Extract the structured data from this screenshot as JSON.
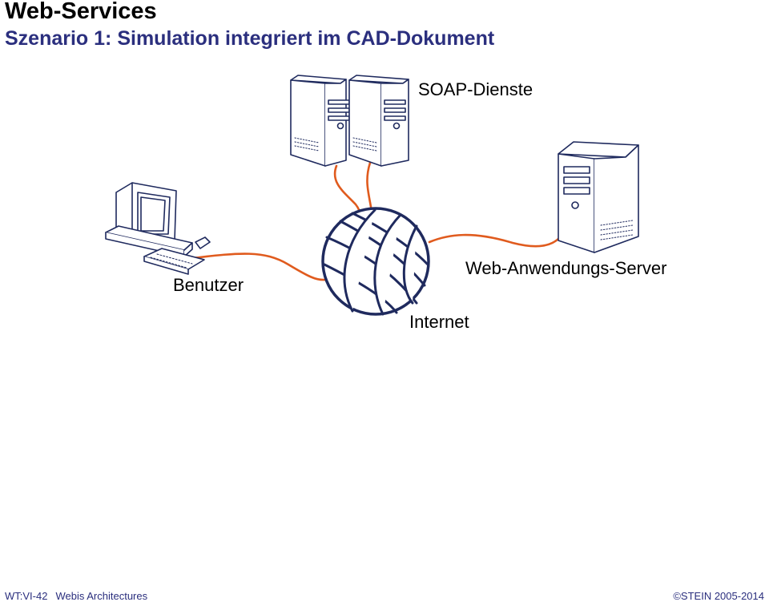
{
  "header": {
    "title": "Web-Services",
    "subtitle": "Szenario 1: Simulation integriert im CAD-Dokument"
  },
  "diagram": {
    "nodes": {
      "soap": {
        "label": "SOAP-Dienste",
        "icon": "server-pair-icon"
      },
      "user": {
        "label": "Benutzer",
        "icon": "workstation-icon"
      },
      "internet": {
        "label": "Internet",
        "icon": "globe-icon"
      },
      "webserver": {
        "label": "Web-Anwendungs-Server",
        "icon": "server-tower-icon"
      }
    },
    "colors": {
      "outline": "#1f2a5e",
      "connection": "#e05b1e"
    }
  },
  "footer": {
    "slide_id": "WT:VI-42",
    "section": "Webis Architectures",
    "copyright": "©STEIN 2005-2014"
  }
}
